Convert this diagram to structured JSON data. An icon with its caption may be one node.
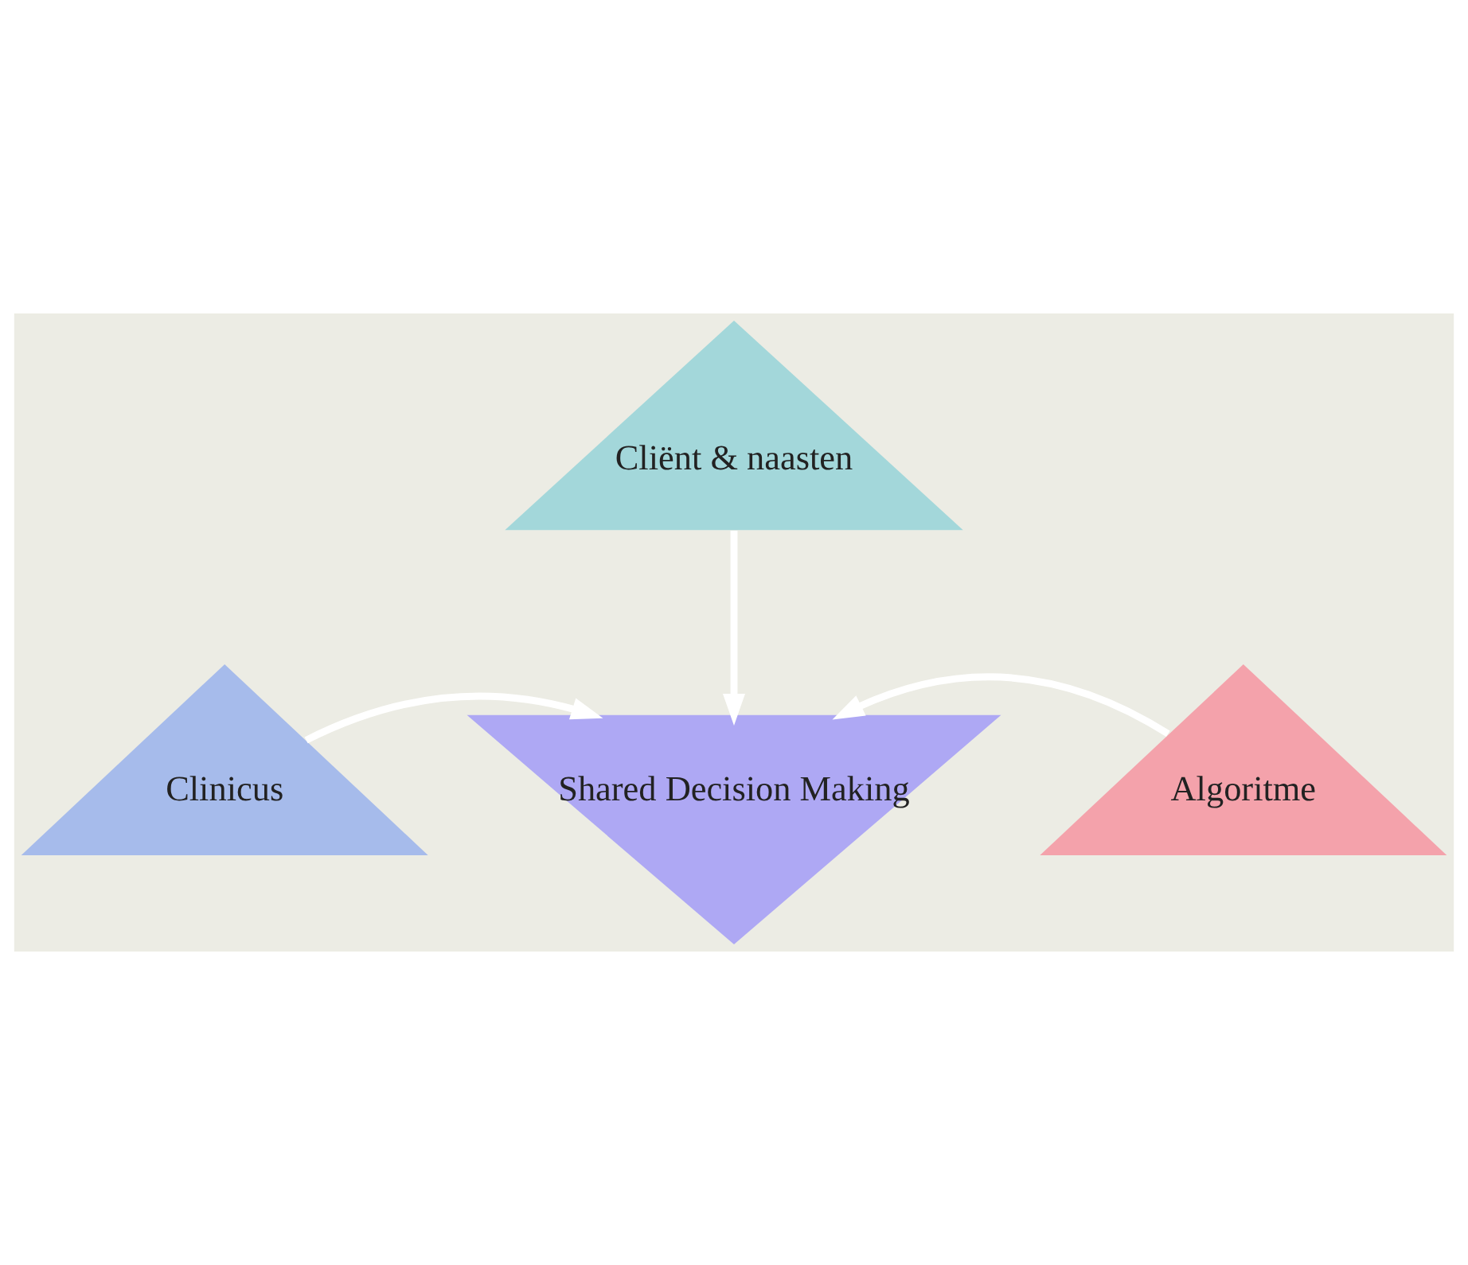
{
  "diagram": {
    "nodes": [
      {
        "text": [
          "Cliënt & naasten"
        ]
      },
      {
        "text": [
          "Shared Decision Making"
        ]
      },
      {
        "text": [
          "Clinicus"
        ]
      },
      {
        "text": [
          "Algoritme"
        ]
      }
    ],
    "edges": [
      {
        "from": 0,
        "to": 1,
        "arrow": "to"
      },
      {
        "from": 2,
        "to": 1,
        "arrow": "to"
      },
      {
        "from": 3,
        "to": 1,
        "arrow": "to"
      }
    ]
  }
}
